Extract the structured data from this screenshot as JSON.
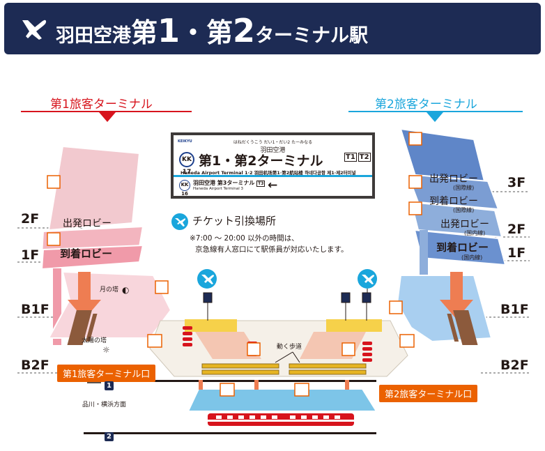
{
  "header": {
    "title_prefix": "羽田空港",
    "title_first": "第",
    "title_num1": "1",
    "title_dot": "・第",
    "title_num2": "2",
    "title_suffix": "ターミナル駅"
  },
  "terminals": {
    "t1_heading": "第1旅客ターミナル",
    "t2_heading": "第2旅客ターミナル",
    "t1_exit": "第1旅客ターミナル口",
    "t2_exit": "第2旅客ターミナル口"
  },
  "floors": {
    "f3": "3F",
    "f2": "2F",
    "f1": "1F",
    "b1": "B1F",
    "b2": "B2F"
  },
  "t1_lobbies": {
    "departure": "出発ロビー",
    "arrival": "到着ロビー",
    "moon_tower": "月の塔",
    "sun_tower": "太陽の塔"
  },
  "t2_lobbies": {
    "intl_departure": "出発ロビー",
    "intl_arrival": "到着ロビー",
    "intl_note": "(国際線)",
    "dom_departure": "出発ロビー",
    "dom_arrival": "到着ロビー",
    "dom_note": "(国内線)"
  },
  "sign": {
    "brand": "KEIKYU",
    "kana": "はねだくうこう だい1・だい2 たーみなる",
    "name_small": "羽田空港",
    "number": "KK 17",
    "name_main": "第1・第2ターミナル",
    "badge1": "T1",
    "badge2": "T2",
    "english": "Haneda Airport Terminal 1·2  羽田机场第1·第2航站楼  하네다공항 제1·제2터미널",
    "next_number": "KK 16",
    "next_name": "羽田空港 第3ターミナル",
    "next_badge": "T3",
    "next_english": "Haneda Airport Terminal 3",
    "arrow": "←"
  },
  "ticket": {
    "title": "チケット引換場所",
    "note_line1": "※7:00 ～ 20:00 以外の時間は、",
    "note_line2": "京急線有人窓口にて駅係員が対応いたします。"
  },
  "platform": {
    "moving_walkway": "動く歩道",
    "line1_number": "1",
    "line2_number": "2",
    "direction": "品川・横浜方面"
  },
  "colors": {
    "navy": "#1d2b54",
    "t1_red": "#d7141d",
    "t2_blue": "#1aa6dc",
    "orange": "#eb6100",
    "t1_pink": "#f2a9b4",
    "t2_blue_floor": "#5f86c8",
    "concourse": "#f5f0e8",
    "platform_blue": "#7dc5e8",
    "yellow": "#f6d14a"
  }
}
